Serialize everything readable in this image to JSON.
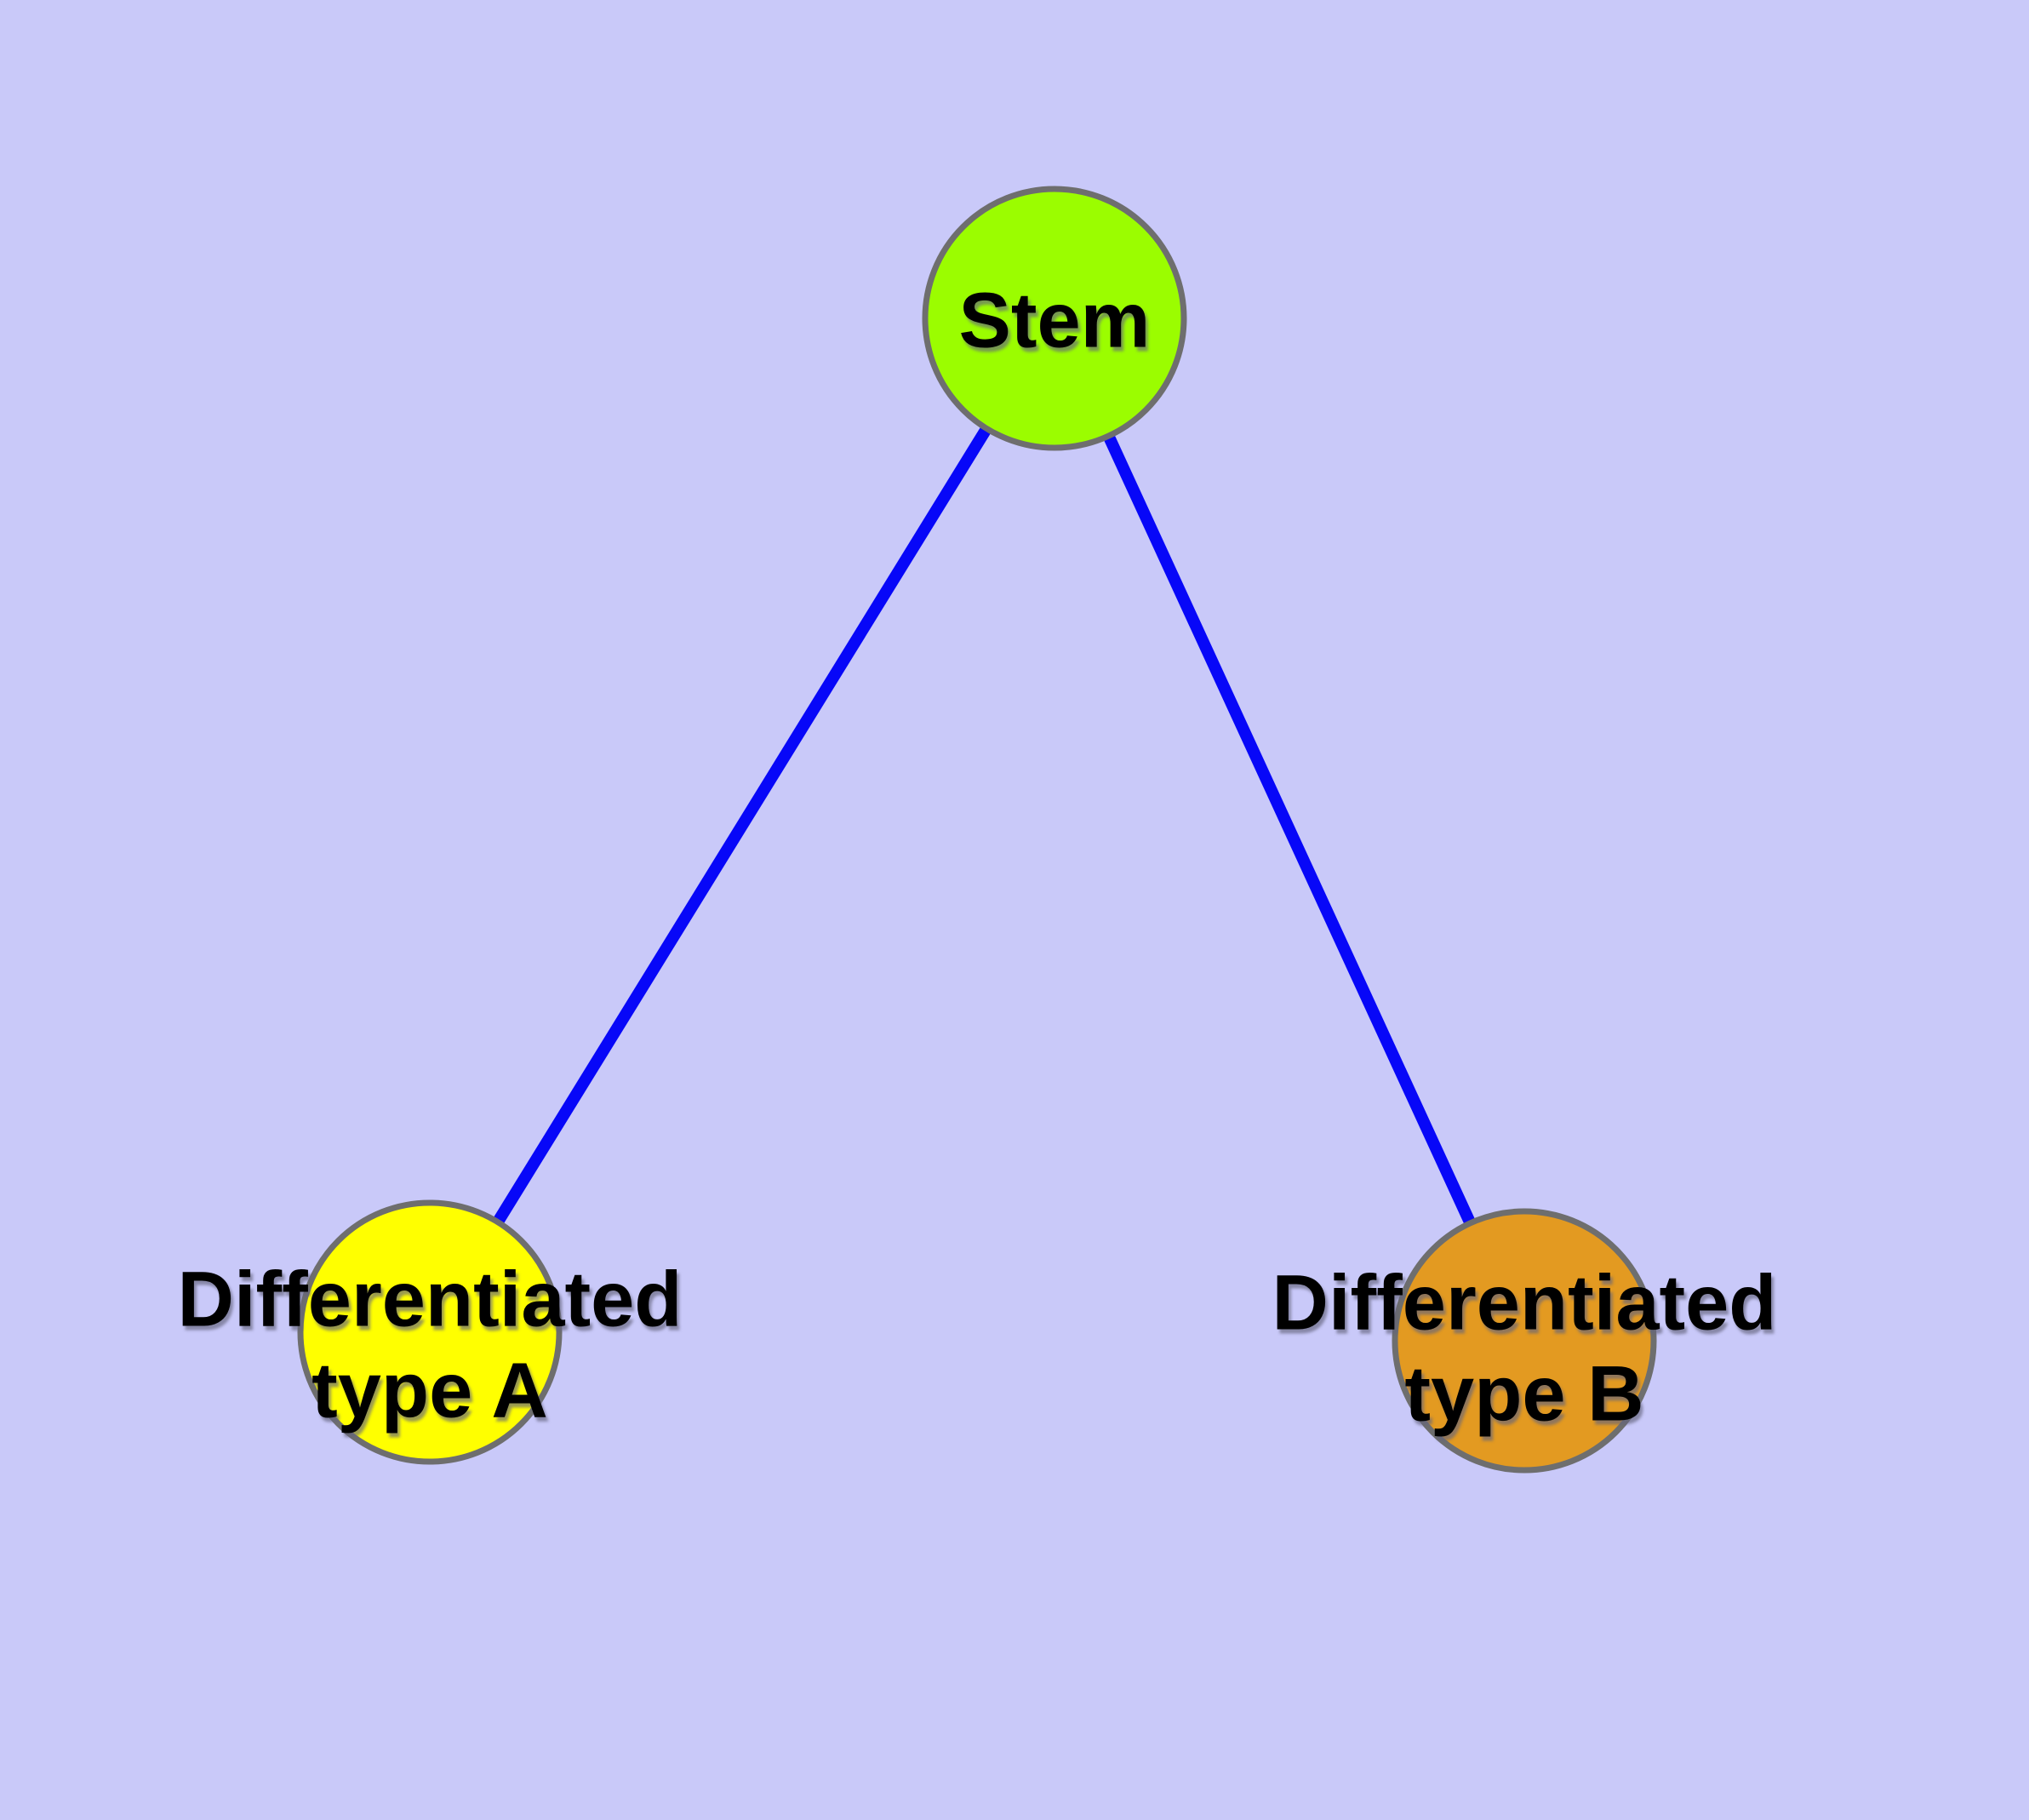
{
  "diagram": {
    "background_color": "#C9C9F9",
    "edge_color": "#0707F8",
    "node_border_color": "#6E6E6E",
    "label_color": "#000000",
    "nodes": [
      {
        "id": "stem",
        "label": "Stem",
        "fill": "#9BFD00"
      },
      {
        "id": "differentiated-type-a",
        "label_line1": "Differentiated",
        "label_line2": "type A",
        "fill": "#FFFF00"
      },
      {
        "id": "differentiated-type-b",
        "label_line1": "Differentiated",
        "label_line2": "type B",
        "fill": "#E39A21"
      }
    ],
    "edges": [
      {
        "from": "Stem",
        "to": "Differentiated type A"
      },
      {
        "from": "Stem",
        "to": "Differentiated type B"
      }
    ]
  }
}
